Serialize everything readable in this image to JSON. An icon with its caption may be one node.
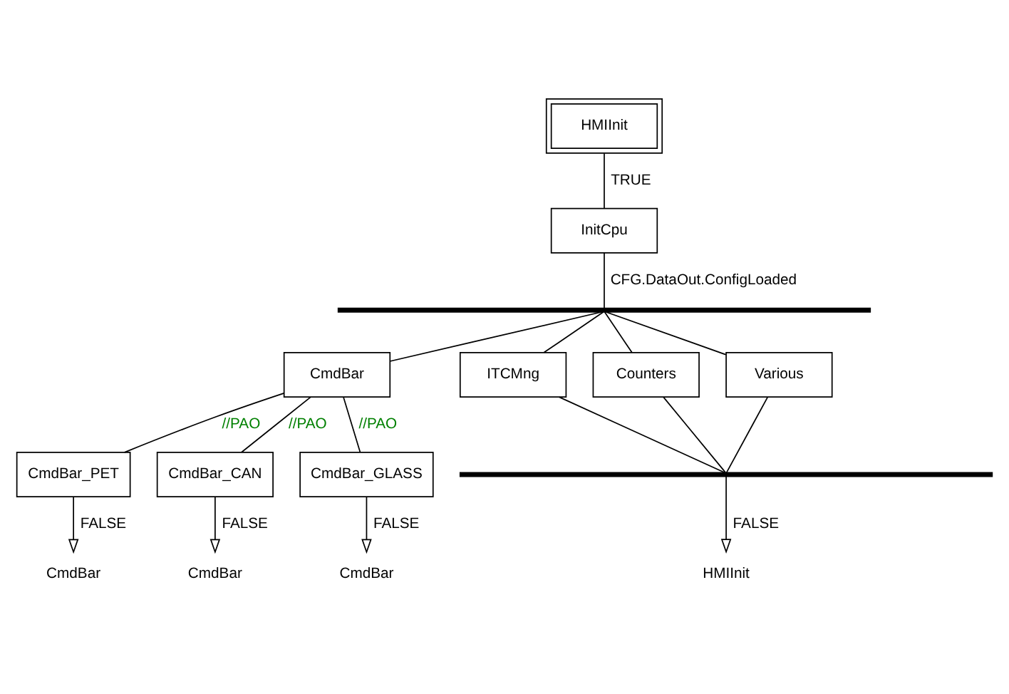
{
  "diagram": {
    "nodes": [
      {
        "text": [
          "HMIInit"
        ]
      },
      {
        "text": [
          "InitCpu"
        ]
      },
      {
        "text": [],
        "shape": "bar"
      },
      {
        "text": [
          "ITCMng"
        ]
      },
      {
        "text": [
          "CmdBar"
        ]
      },
      {
        "text": [
          "Counters"
        ]
      },
      {
        "text": [
          "Various"
        ]
      },
      {
        "text": [
          "CmdBar_PET"
        ]
      },
      {
        "text": [
          "CmdBar_CAN"
        ]
      },
      {
        "text": [
          "CmdBar_GLASS"
        ]
      },
      {
        "text": [
          "CmdBar"
        ]
      },
      {
        "text": [
          "CmdBar"
        ]
      },
      {
        "text": [
          "CmdBar"
        ]
      },
      {
        "text": [],
        "shape": "bar"
      },
      {
        "text": [
          "HMIInit"
        ]
      }
    ],
    "edges": [
      {
        "from": 0,
        "to": 1,
        "arrow": "none",
        "label": "TRUE"
      },
      {
        "from": 1,
        "to": 2,
        "arrow": "none",
        "label": "CFG.DataOut.ConfigLoaded"
      },
      {
        "from": 2,
        "to": 3,
        "arrow": "none"
      },
      {
        "from": 2,
        "to": 4,
        "arrow": "none"
      },
      {
        "from": 2,
        "to": 5,
        "arrow": "none"
      },
      {
        "from": 2,
        "to": 6,
        "arrow": "none"
      },
      {
        "from": 4,
        "to": 7,
        "arrow": "none",
        "label": "//PAO"
      },
      {
        "from": 4,
        "to": 8,
        "arrow": "none",
        "label": "//PAO"
      },
      {
        "from": 4,
        "to": 9,
        "arrow": "none",
        "label": "//PAO"
      },
      {
        "from": 7,
        "to": 10,
        "arrow": "to",
        "label": "FALSE"
      },
      {
        "from": 8,
        "to": 11,
        "arrow": "to",
        "label": "FALSE"
      },
      {
        "from": 9,
        "to": 12,
        "arrow": "to",
        "label": "FALSE"
      },
      {
        "from": 3,
        "to": 13,
        "arrow": "none"
      },
      {
        "from": 5,
        "to": 13,
        "arrow": "none"
      },
      {
        "from": 6,
        "to": 13,
        "arrow": "none"
      },
      {
        "from": 13,
        "to": 14,
        "arrow": "to",
        "label": "FALSE"
      }
    ]
  }
}
